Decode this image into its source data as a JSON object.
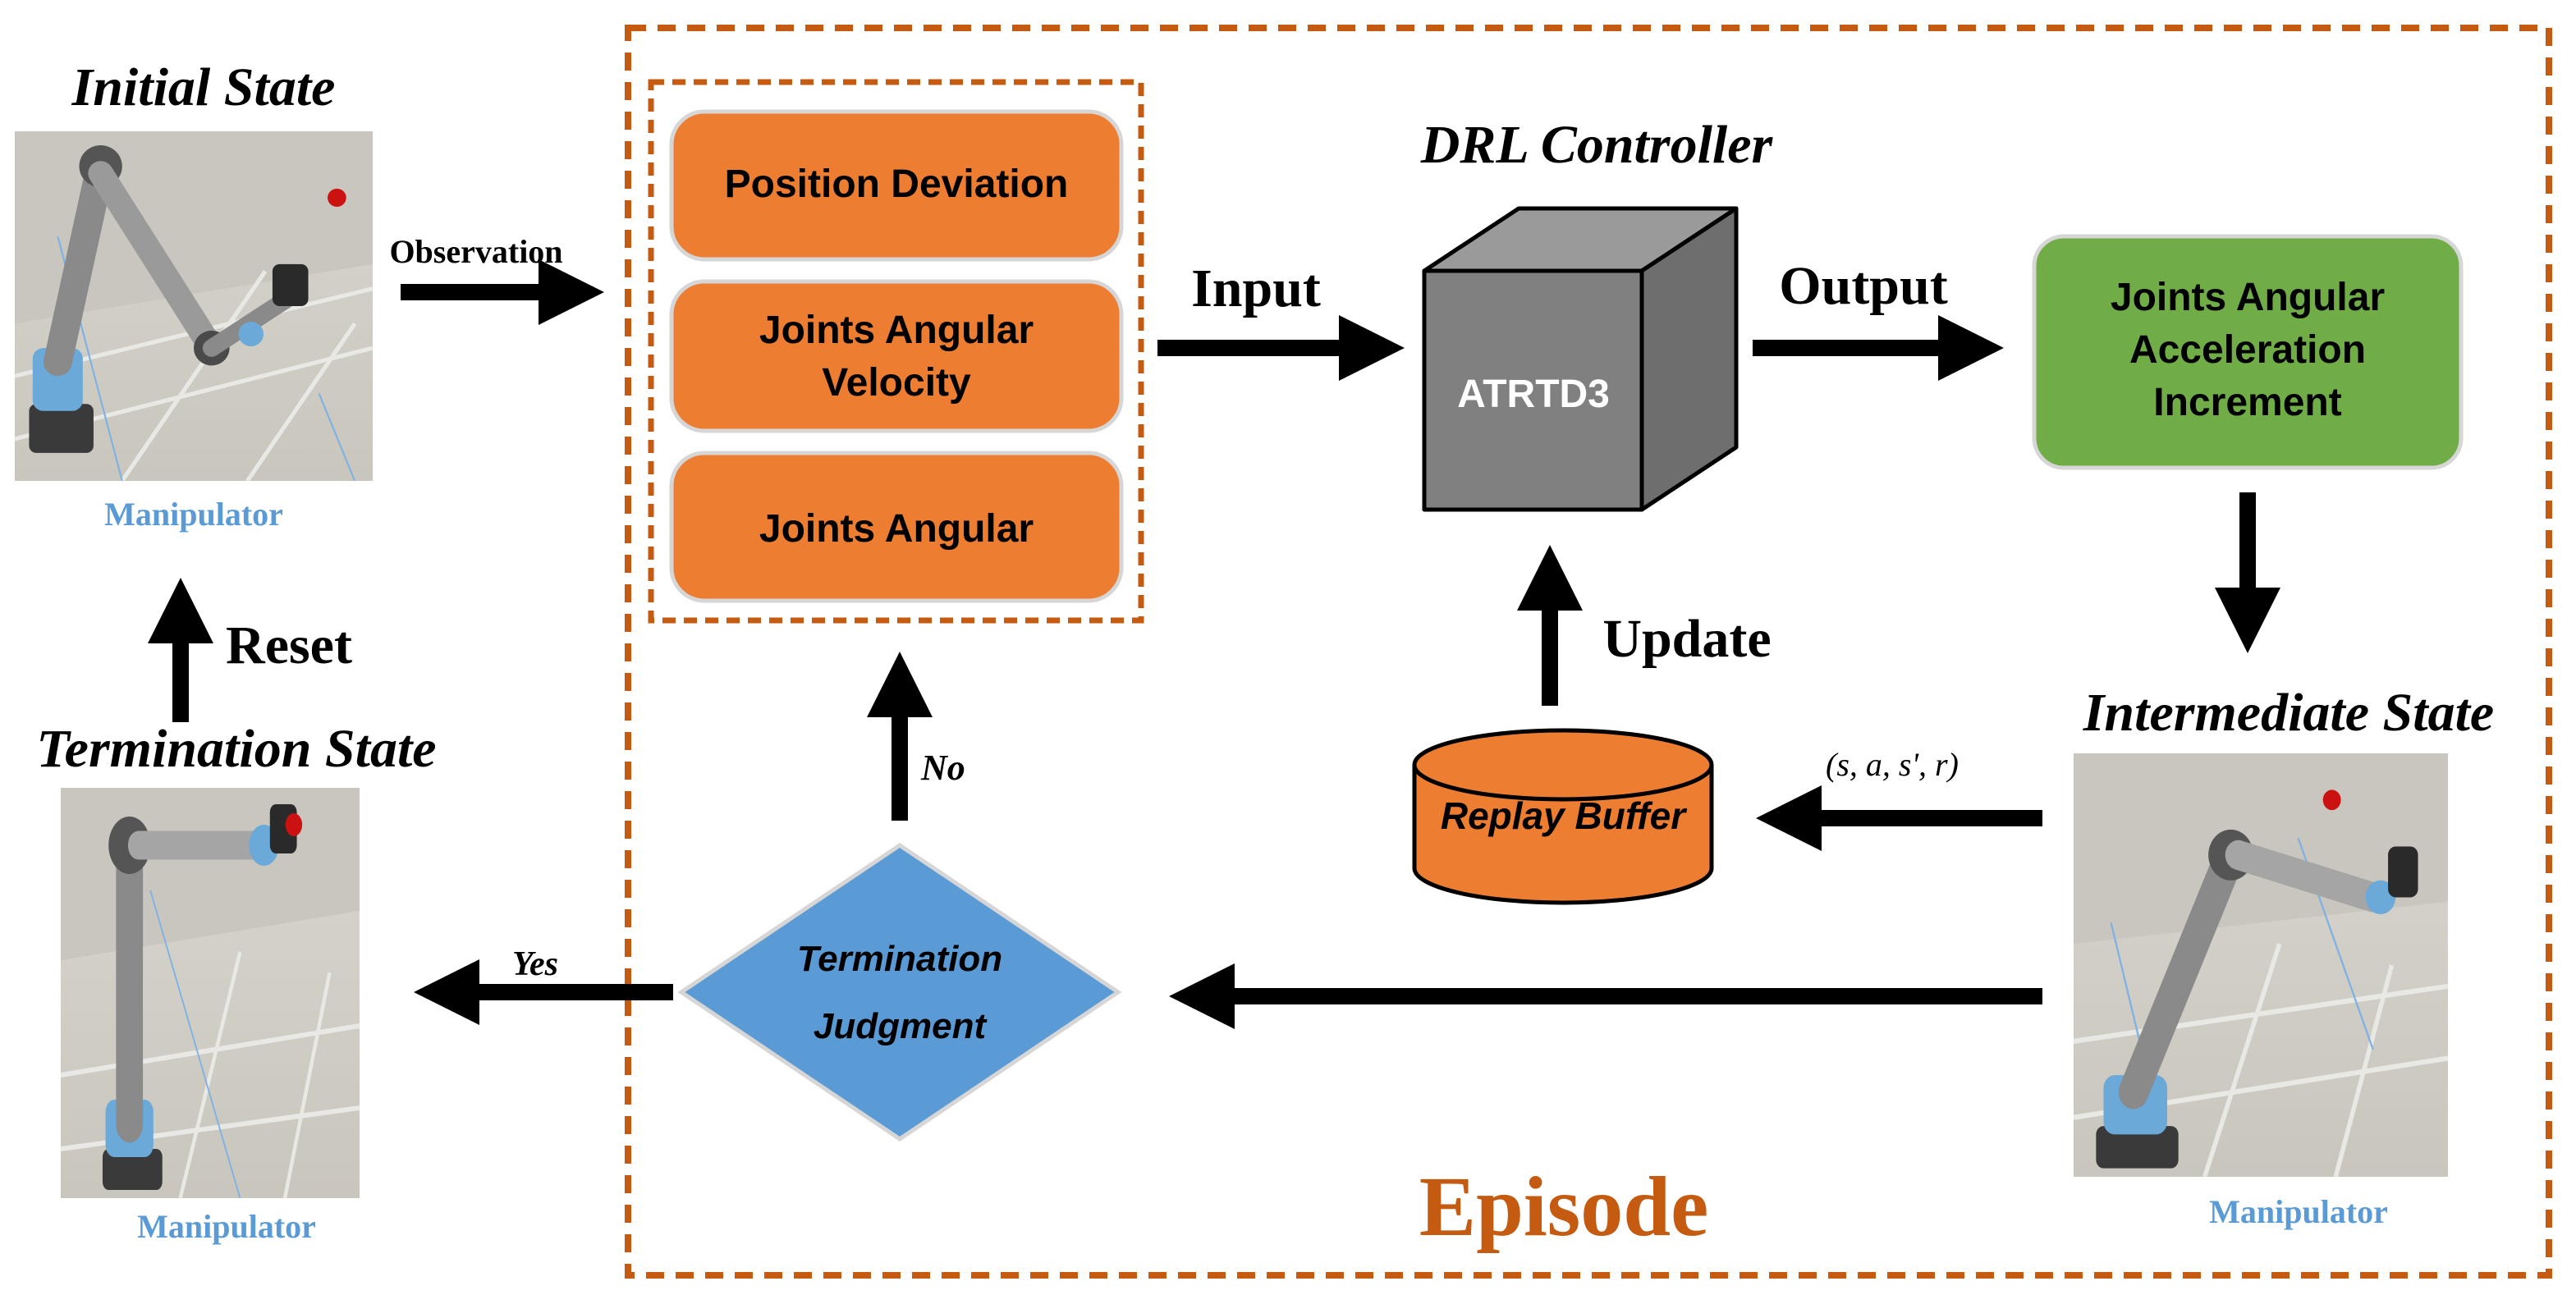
{
  "labels": {
    "initial_state": "Initial State",
    "termination_state": "Termination State",
    "intermediate_state": "Intermediate State",
    "drl_controller": "DRL Controller",
    "manipulator": "Manipulator",
    "observation": "Observation",
    "reset": "Reset",
    "input": "Input",
    "output": "Output",
    "update": "Update",
    "no": "No",
    "yes": "Yes",
    "episode": "Episode",
    "transition_tuple": "(s, a, s', r)"
  },
  "observation_boxes": {
    "position_deviation": "Position Deviation",
    "angular_velocity_line1": "Joints Angular",
    "angular_velocity_line2": "Velocity",
    "angular": "Joints Angular"
  },
  "controller": {
    "name": "ATRTD3"
  },
  "output_box": {
    "line1": "Joints Angular",
    "line2": "Acceleration",
    "line3": "Increment"
  },
  "replay_buffer": {
    "label": "Replay Buffer"
  },
  "termination": {
    "line1": "Termination",
    "line2": "Judgment"
  },
  "colors": {
    "orange_box": "#ed7d31",
    "dashed_border": "#c55a11",
    "green_box": "#70ad47",
    "blue_diamond": "#5b9bd5",
    "manipulator_text": "#5b9bd5",
    "cube_front": "#808080",
    "cube_top": "#9a9a9a",
    "cube_side": "#6e6e6e"
  }
}
